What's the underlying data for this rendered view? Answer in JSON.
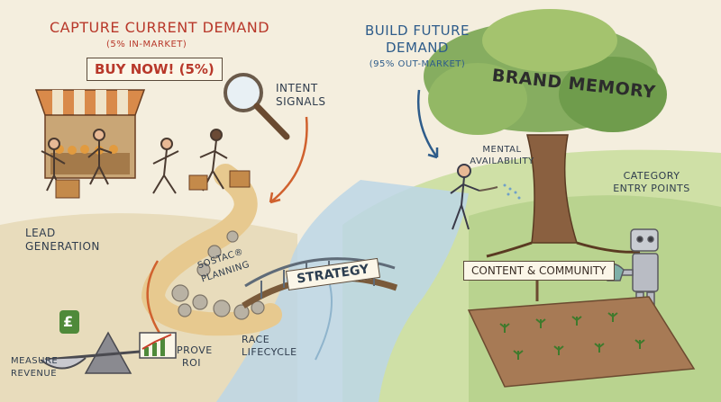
{
  "current_demand": {
    "title": "CAPTURE CURRENT DEMAND",
    "subtitle": "(5% IN-MARKET)",
    "sign": "BUY NOW! (5%)"
  },
  "future_demand": {
    "title_line1": "BUILD FUTURE",
    "title_line2": "DEMAND",
    "subtitle": "(95% OUT-MARKET)"
  },
  "labels": {
    "intent_line1": "INTENT",
    "intent_line2": "SIGNALS",
    "lead_line1": "LEAD",
    "lead_line2": "GENERATION",
    "sostac_line1": "SOSTAC®",
    "sostac_line2": "PLANNING",
    "strategy": "STRATEGY",
    "race_line1": "RACE",
    "race_line2": "LIFECYCLE",
    "measure_line1": "MEASURE",
    "measure_line2": "REVENUE",
    "prove_line1": "PROVE",
    "prove_line2": "ROI",
    "brand_memory": "BRAND MEMORY",
    "mental_line1": "MENTAL",
    "mental_line2": "AVAILABILITY",
    "category_line1": "CATEGORY",
    "category_line2": "ENTRY POINTS",
    "content_sign": "CONTENT & COMMUNITY",
    "pound": "£"
  }
}
